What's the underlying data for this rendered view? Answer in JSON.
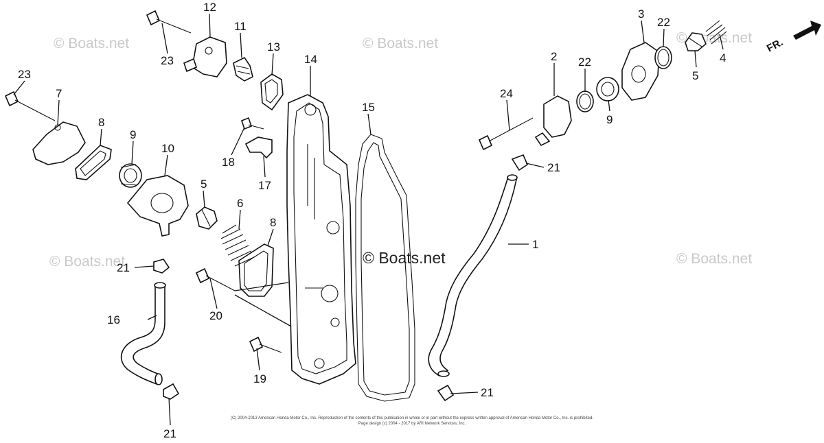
{
  "watermark_text": "© Boats.net",
  "direction_label": "FR.",
  "footer": {
    "line1": "(C) 2004-2013 American Honda Motor Co., Inc. Reproduction of the contents of this publication in whole or in part without the express written approval of American Honda Motor Co., Inc. is prohibited.",
    "line2": "Page design (c) 2004 - 2017 by ARI Network Services, Inc."
  },
  "part_labels": [
    {
      "id": "label-1",
      "text": "1"
    },
    {
      "id": "label-2",
      "text": "2"
    },
    {
      "id": "label-3",
      "text": "3"
    },
    {
      "id": "label-4",
      "text": "4"
    },
    {
      "id": "label-5-right",
      "text": "5"
    },
    {
      "id": "label-5-left",
      "text": "5"
    },
    {
      "id": "label-6",
      "text": "6"
    },
    {
      "id": "label-7",
      "text": "7"
    },
    {
      "id": "label-8-left",
      "text": "8"
    },
    {
      "id": "label-8-center",
      "text": "8"
    },
    {
      "id": "label-9-left",
      "text": "9"
    },
    {
      "id": "label-9-right",
      "text": "9"
    },
    {
      "id": "label-10",
      "text": "10"
    },
    {
      "id": "label-11",
      "text": "11"
    },
    {
      "id": "label-12",
      "text": "12"
    },
    {
      "id": "label-13",
      "text": "13"
    },
    {
      "id": "label-14",
      "text": "14"
    },
    {
      "id": "label-15",
      "text": "15"
    },
    {
      "id": "label-16",
      "text": "16"
    },
    {
      "id": "label-17",
      "text": "17"
    },
    {
      "id": "label-18",
      "text": "18"
    },
    {
      "id": "label-19",
      "text": "19"
    },
    {
      "id": "label-20",
      "text": "20"
    },
    {
      "id": "label-21-upper-left",
      "text": "21"
    },
    {
      "id": "label-21-bottom-left",
      "text": "21"
    },
    {
      "id": "label-21-upper-right",
      "text": "21"
    },
    {
      "id": "label-21-lower-right",
      "text": "21"
    },
    {
      "id": "label-22-top",
      "text": "22"
    },
    {
      "id": "label-22-mid",
      "text": "22"
    },
    {
      "id": "label-23-top",
      "text": "23"
    },
    {
      "id": "label-23-left",
      "text": "23"
    },
    {
      "id": "label-24",
      "text": "24"
    }
  ]
}
